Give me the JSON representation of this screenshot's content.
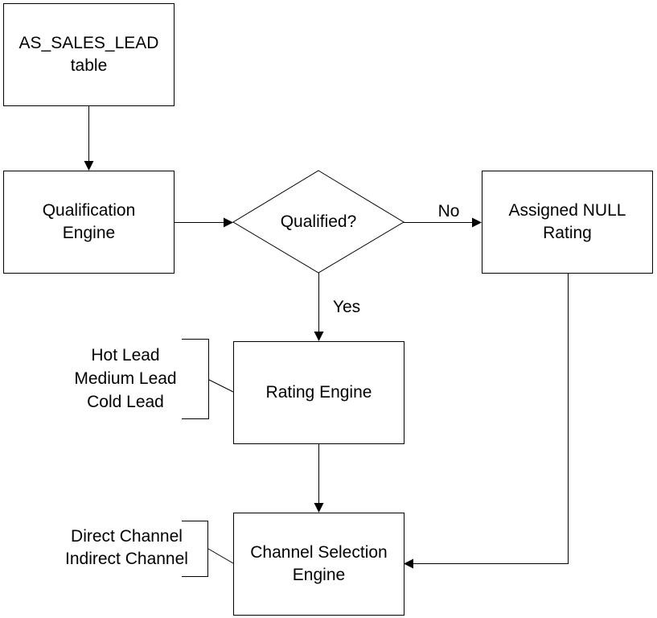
{
  "nodes": {
    "source": {
      "line1": "AS_SALES_LEAD",
      "line2": "table"
    },
    "qualification": {
      "line1": "Qualification",
      "line2": "Engine"
    },
    "decision": {
      "label": "Qualified?"
    },
    "null_rating": {
      "line1": "Assigned NULL",
      "line2": "Rating"
    },
    "rating": {
      "label": "Rating Engine"
    },
    "channel": {
      "line1": "Channel Selection",
      "line2": "Engine"
    }
  },
  "edges": {
    "no_label": "No",
    "yes_label": "Yes"
  },
  "annotations": {
    "ratings": [
      "Hot Lead",
      "Medium Lead",
      "Cold Lead"
    ],
    "channels": [
      "Direct Channel",
      "Indirect Channel"
    ]
  }
}
